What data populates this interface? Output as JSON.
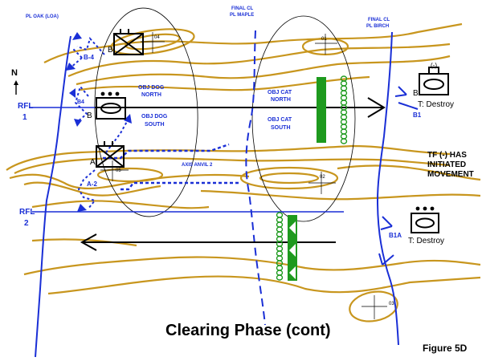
{
  "lines": {
    "pl_oak": "PL OAK (LOA)",
    "final_cl_maple_1": "FINAL CL",
    "final_cl_maple_2": "PL MAPLE",
    "final_cl_birch_1": "FINAL CL",
    "final_cl_birch_2": "PL BIRCH",
    "rfl1_a": "RFL",
    "rfl1_b": "1",
    "rfl2_a": "RFL",
    "rfl2_b": "2",
    "axis": "AXIS ANVIL 2"
  },
  "objectives": {
    "dog_north_1": "OBJ DOG",
    "dog_north_2": "NORTH",
    "dog_south_1": "OBJ DOG",
    "dog_south_2": "SOUTH",
    "cat_north_1": "OBJ CAT",
    "cat_north_2": "NORTH",
    "cat_south_1": "OBJ CAT",
    "cat_south_2": "SOUTH"
  },
  "positions": {
    "b4_upper": "B-4",
    "b4_lower": "B4",
    "a2": "A-2",
    "a": "A",
    "b": "B",
    "b_upper_unit": "B",
    "b1": "B1",
    "b1a": "B1A",
    "pt_04": "04",
    "pt_01": "01",
    "pt_05": "05",
    "pt_02": "02",
    "pt_03": "03"
  },
  "units": {
    "upper_right_echelon": "(-)",
    "task_1": "T: Destroy",
    "task_2": "T: Destroy"
  },
  "status_text": [
    "TF (-) HAS",
    "INITIATED",
    "MOVEMENT"
  ],
  "north_label": "N",
  "caption": "Clearing Phase (cont)",
  "figure_label": "Figure 5D",
  "colors": {
    "terrain": "#c8961e",
    "control": "#1a2fd6",
    "obstacle": "#1e9a1e",
    "ink": "#000000"
  }
}
